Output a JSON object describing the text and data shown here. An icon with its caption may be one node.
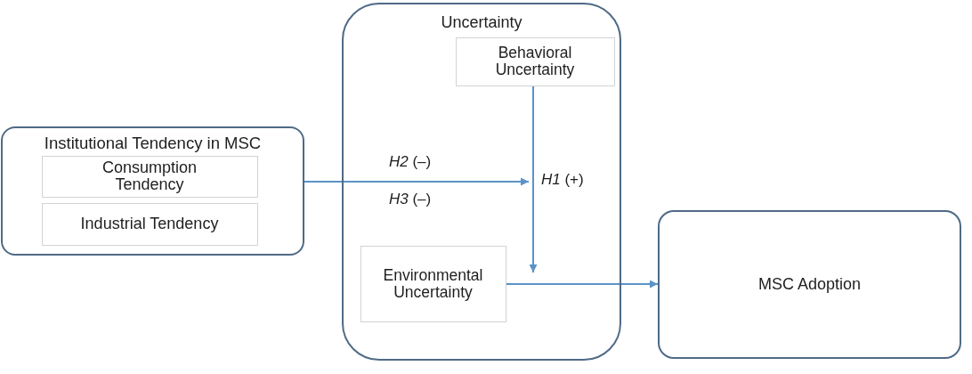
{
  "diagram": {
    "nodes": [
      {
        "text": [
          "Institutional Tendency in MSC"
        ]
      },
      {
        "text": [
          "Consumption Tendency"
        ],
        "in": 0
      },
      {
        "text": [
          "Industrial Tendency"
        ],
        "in": 0
      },
      {
        "text": [
          "Uncertainty"
        ]
      },
      {
        "text": [
          "Behavioral Uncertainty"
        ],
        "in": 3
      },
      {
        "text": [
          "Environmental Uncertainty"
        ],
        "in": 3
      },
      {
        "text": [
          "MSC Adoption"
        ]
      }
    ],
    "edges": [
      {
        "from": 0,
        "to": null,
        "arrow": "to",
        "label": "*H2* (–)"
      },
      {
        "from": 4,
        "to": null,
        "arrow": "to",
        "label": "*H1* (+)"
      },
      {
        "from": 5,
        "to": 6,
        "arrow": "to"
      }
    ],
    "labels": [
      "*H3* (–)"
    ]
  }
}
